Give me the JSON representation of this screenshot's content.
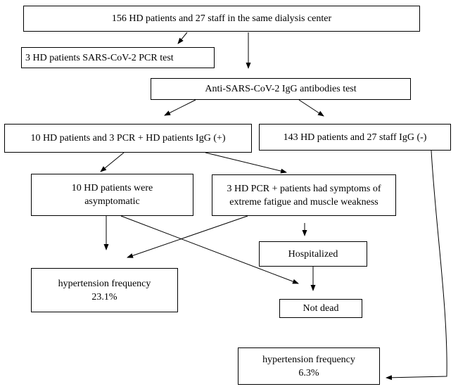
{
  "flowchart": {
    "nodes": {
      "top": "156 HD patients and 27 staff in the same dialysis center",
      "pcr_test": "3 HD patients SARS-CoV-2 PCR  test",
      "igg_test": "Anti-SARS-CoV-2 IgG antibodies test",
      "igg_positive": "10 HD patients and 3 PCR + HD patients IgG  (+)",
      "igg_negative": "143 HD patients and 27 staff IgG (-)",
      "asymptomatic_line1": "10 HD patients were",
      "asymptomatic_line2": "asymptomatic",
      "symptomatic_line1": "3 HD PCR + patients had symptoms of",
      "symptomatic_line2": "extreme fatigue and muscle weakness",
      "hospitalized": "Hospitalized",
      "htn_positive_line1": "hypertension frequency",
      "htn_positive_line2": "23.1%",
      "not_dead": "Not dead",
      "htn_negative_line1": "hypertension frequency",
      "htn_negative_line2": "6.3%"
    }
  }
}
